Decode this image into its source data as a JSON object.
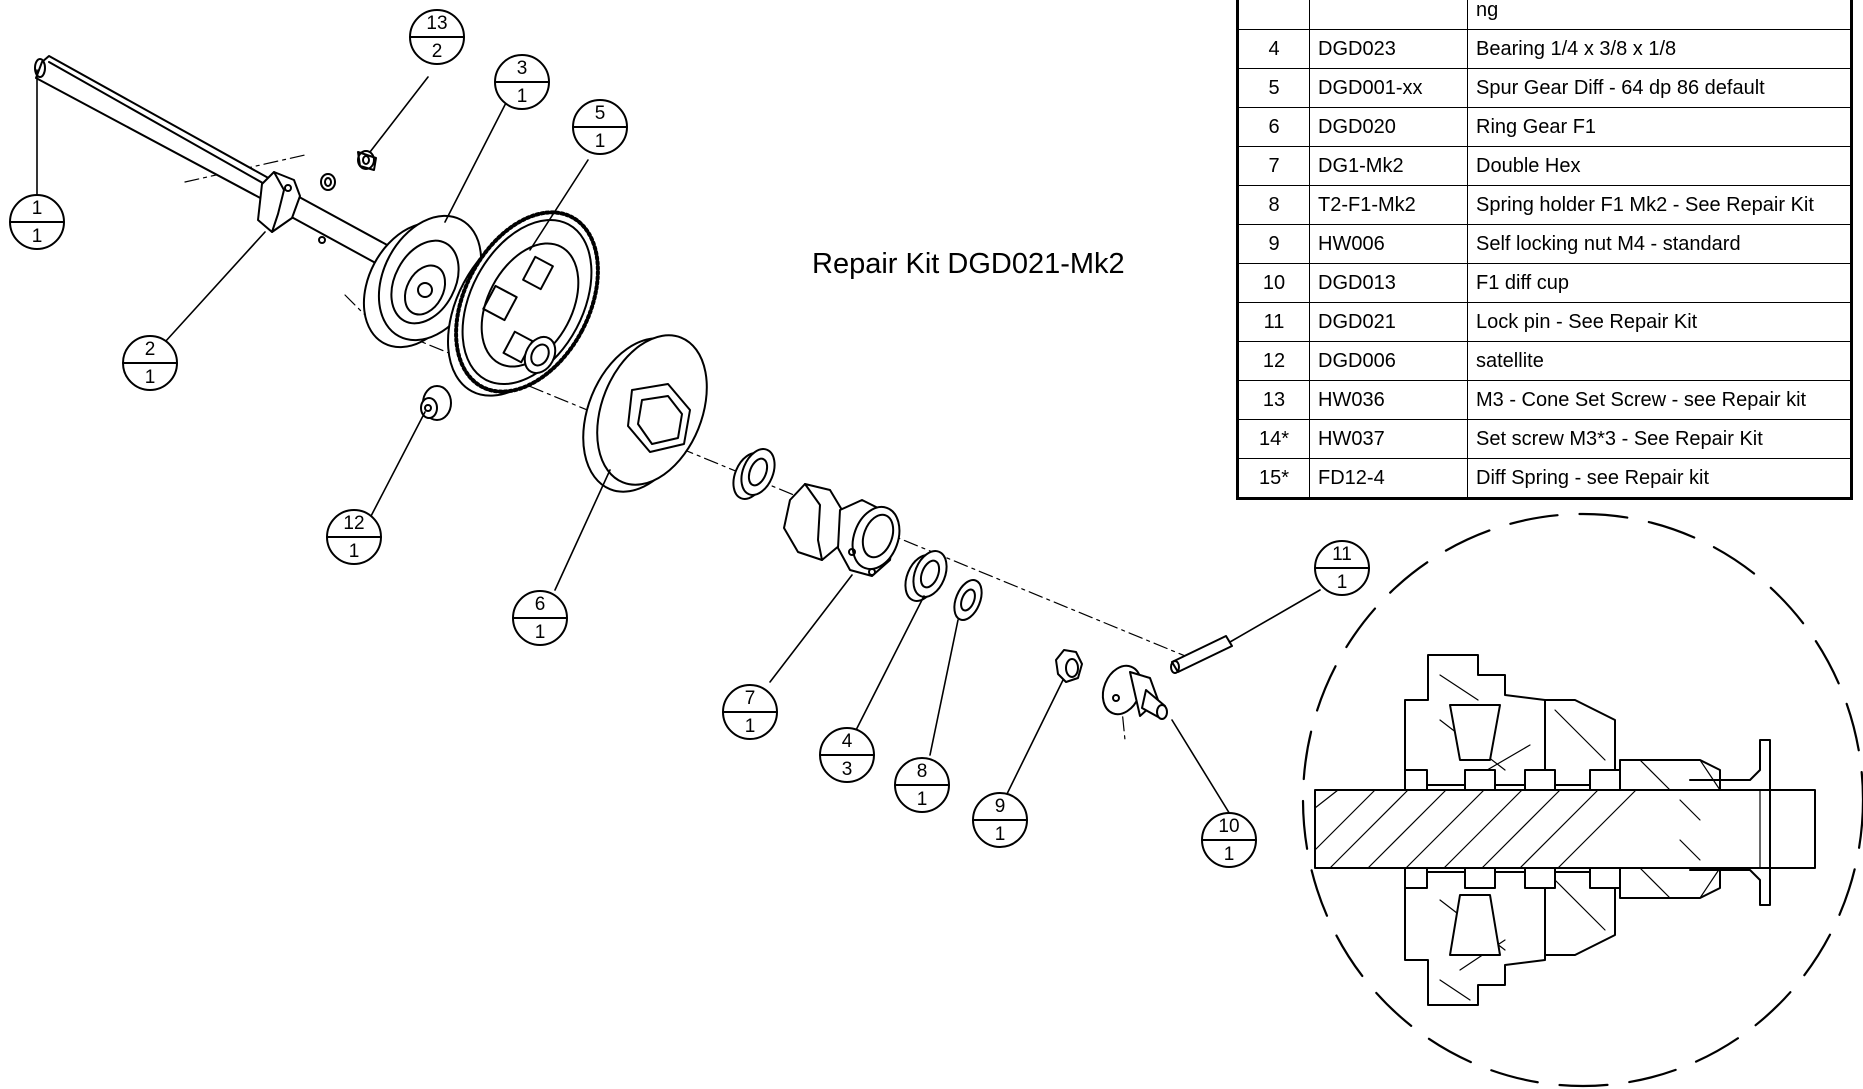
{
  "diagram_title": "Repair Kit DGD021-Mk2",
  "bom": {
    "rows": [
      {
        "item": "",
        "part": "",
        "desc": "ng"
      },
      {
        "item": "4",
        "part": "DGD023",
        "desc": "Bearing 1/4 x 3/8 x 1/8"
      },
      {
        "item": "5",
        "part": "DGD001-xx",
        "desc": "Spur Gear Diff - 64 dp 86 default"
      },
      {
        "item": "6",
        "part": "DGD020",
        "desc": "Ring Gear F1"
      },
      {
        "item": "7",
        "part": "DG1-Mk2",
        "desc": "Double Hex"
      },
      {
        "item": "8",
        "part": "T2-F1-Mk2",
        "desc": "Spring holder F1 Mk2 - See Repair Kit"
      },
      {
        "item": "9",
        "part": "HW006",
        "desc": "Self locking nut M4 - standard"
      },
      {
        "item": "10",
        "part": "DGD013",
        "desc": "F1 diff cup"
      },
      {
        "item": "11",
        "part": "DGD021",
        "desc": "Lock pin - See Repair Kit"
      },
      {
        "item": "12",
        "part": "DGD006",
        "desc": "satellite"
      },
      {
        "item": "13",
        "part": "HW036",
        "desc": "M3 - Cone Set Screw -  see Repair kit"
      },
      {
        "item": "14*",
        "part": "HW037",
        "desc": "Set screw  M3*3 - See Repair Kit"
      },
      {
        "item": "15*",
        "part": "FD12-4",
        "desc": "Diff Spring  - see Repair kit"
      }
    ]
  },
  "balloons": [
    {
      "item": "1",
      "qty": "1"
    },
    {
      "item": "2",
      "qty": "1"
    },
    {
      "item": "3",
      "qty": "1"
    },
    {
      "item": "4",
      "qty": "3"
    },
    {
      "item": "5",
      "qty": "1"
    },
    {
      "item": "6",
      "qty": "1"
    },
    {
      "item": "7",
      "qty": "1"
    },
    {
      "item": "8",
      "qty": "1"
    },
    {
      "item": "9",
      "qty": "1"
    },
    {
      "item": "10",
      "qty": "1"
    },
    {
      "item": "11",
      "qty": "1"
    },
    {
      "item": "12",
      "qty": "1"
    },
    {
      "item": "13",
      "qty": "2"
    }
  ]
}
